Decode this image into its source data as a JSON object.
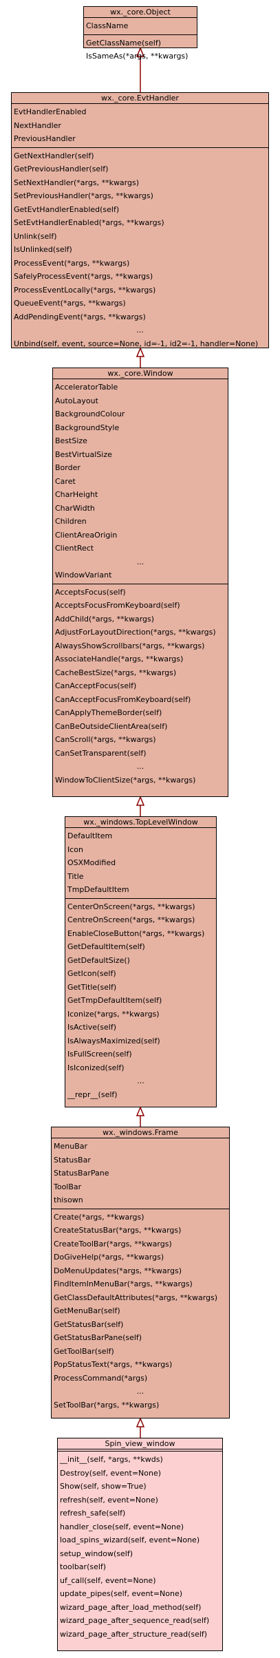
{
  "classes": [
    {
      "id": "object",
      "title": "wx._core.Object",
      "attributes": [
        "ClassName"
      ],
      "methods": [
        "GetClassName(self)",
        "IsSameAs(*args, **kwargs)"
      ]
    },
    {
      "id": "evthandler",
      "title": "wx._core.EvtHandler",
      "attributes": [
        "EvtHandlerEnabled",
        "NextHandler",
        "PreviousHandler"
      ],
      "methods": [
        "GetNextHandler(self)",
        "GetPreviousHandler(self)",
        "SetNextHandler(*args, **kwargs)",
        "SetPreviousHandler(*args, **kwargs)",
        "GetEvtHandlerEnabled(self)",
        "SetEvtHandlerEnabled(*args, **kwargs)",
        "Unlink(self)",
        "IsUnlinked(self)",
        "ProcessEvent(*args, **kwargs)",
        "SafelyProcessEvent(*args, **kwargs)",
        "ProcessEventLocally(*args, **kwargs)",
        "QueueEvent(*args, **kwargs)",
        "AddPendingEvent(*args, **kwargs)",
        "...",
        "Unbind(self, event, source=None, id=-1, id2=-1, handler=None)"
      ]
    },
    {
      "id": "window",
      "title": "wx._core.Window",
      "attributes": [
        "AcceleratorTable",
        "AutoLayout",
        "BackgroundColour",
        "BackgroundStyle",
        "BestSize",
        "BestVirtualSize",
        "Border",
        "Caret",
        "CharHeight",
        "CharWidth",
        "Children",
        "ClientAreaOrigin",
        "ClientRect",
        "...",
        "WindowVariant"
      ],
      "methods": [
        "AcceptsFocus(self)",
        "AcceptsFocusFromKeyboard(self)",
        "AddChild(*args, **kwargs)",
        "AdjustForLayoutDirection(*args, **kwargs)",
        "AlwaysShowScrollbars(*args, **kwargs)",
        "AssociateHandle(*args, **kwargs)",
        "CacheBestSize(*args, **kwargs)",
        "CanAcceptFocus(self)",
        "CanAcceptFocusFromKeyboard(self)",
        "CanApplyThemeBorder(self)",
        "CanBeOutsideClientArea(self)",
        "CanScroll(*args, **kwargs)",
        "CanSetTransparent(self)",
        "...",
        "WindowToClientSize(*args, **kwargs)"
      ]
    },
    {
      "id": "toplevel",
      "title": "wx._windows.TopLevelWindow",
      "attributes": [
        "DefaultItem",
        "Icon",
        "OSXModified",
        "Title",
        "TmpDefaultItem"
      ],
      "methods": [
        "CenterOnScreen(*args, **kwargs)",
        "CentreOnScreen(*args, **kwargs)",
        "EnableCloseButton(*args, **kwargs)",
        "GetDefaultItem(self)",
        "GetDefaultSize()",
        "GetIcon(self)",
        "GetTitle(self)",
        "GetTmpDefaultItem(self)",
        "Iconize(*args, **kwargs)",
        "IsActive(self)",
        "IsAlwaysMaximized(self)",
        "IsFullScreen(self)",
        "IsIconized(self)",
        "...",
        "__repr__(self)"
      ]
    },
    {
      "id": "frame",
      "title": "wx._windows.Frame",
      "attributes": [
        "MenuBar",
        "StatusBar",
        "StatusBarPane",
        "ToolBar",
        "thisown"
      ],
      "methods": [
        "Create(*args, **kwargs)",
        "CreateStatusBar(*args, **kwargs)",
        "CreateToolBar(*args, **kwargs)",
        "DoGiveHelp(*args, **kwargs)",
        "DoMenuUpdates(*args, **kwargs)",
        "FindItemInMenuBar(*args, **kwargs)",
        "GetClassDefaultAttributes(*args, **kwargs)",
        "GetMenuBar(self)",
        "GetStatusBar(self)",
        "GetStatusBarPane(self)",
        "GetToolBar(self)",
        "PopStatusText(*args, **kwargs)",
        "ProcessCommand(*args)",
        "...",
        "SetToolBar(*args, **kwargs)"
      ]
    },
    {
      "id": "spin",
      "title": "Spin_view_window",
      "attributes": [],
      "methods": [
        "__init__(self, *args, **kwds)",
        "Destroy(self, event=None)",
        "Show(self, show=True)",
        "refresh(self, event=None)",
        "refresh_safe(self)",
        "handler_close(self, event=None)",
        "load_spins_wizard(self, event=None)",
        "setup_window(self)",
        "toolbar(self)",
        "uf_call(self, event=None)",
        "update_pipes(self, event=None)",
        "wizard_page_after_load_method(self)",
        "wizard_page_after_sequence_read(self)",
        "wizard_page_after_structure_read(self)"
      ]
    }
  ]
}
